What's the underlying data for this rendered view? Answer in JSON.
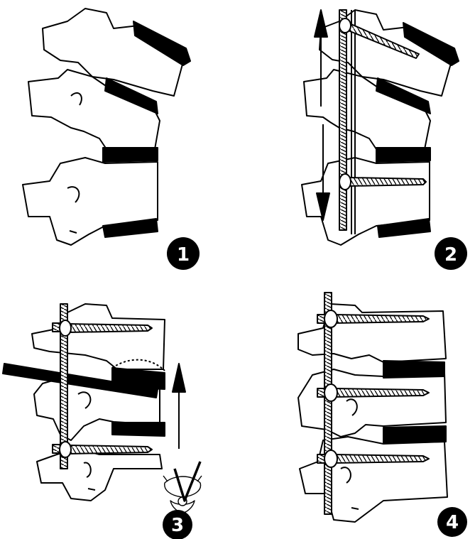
{
  "panels": [
    {
      "id": "panel-1",
      "badge": "1"
    },
    {
      "id": "panel-2",
      "badge": "2"
    },
    {
      "id": "panel-3",
      "badge": "3"
    },
    {
      "id": "panel-4",
      "badge": "4"
    }
  ],
  "colors": {
    "line": "#000000",
    "fill": "#ffffff",
    "disc": "#000000",
    "badge": "#000000"
  }
}
